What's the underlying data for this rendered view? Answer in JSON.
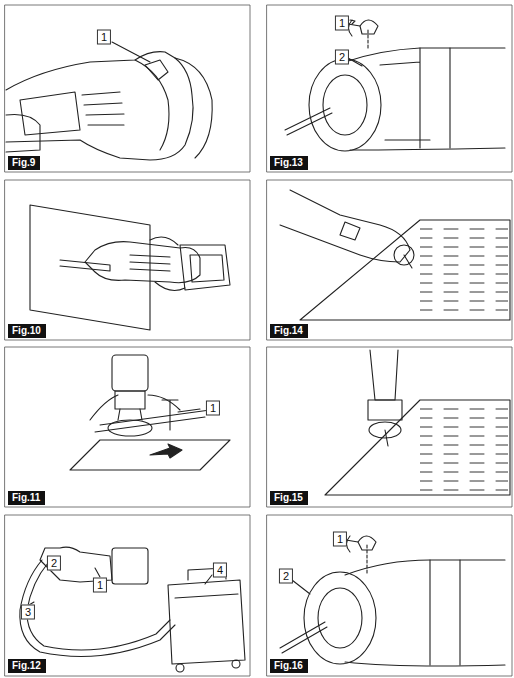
{
  "diagram": {
    "labels": [
      "1",
      "Fig.9",
      "1",
      "2",
      "Fig.13",
      "Fig.10",
      "Fig.14",
      "1",
      "Fig.11",
      "Fig.15",
      "2",
      "1",
      "3",
      "4",
      "Fig.12",
      "1",
      "2",
      "Fig.16"
    ]
  }
}
